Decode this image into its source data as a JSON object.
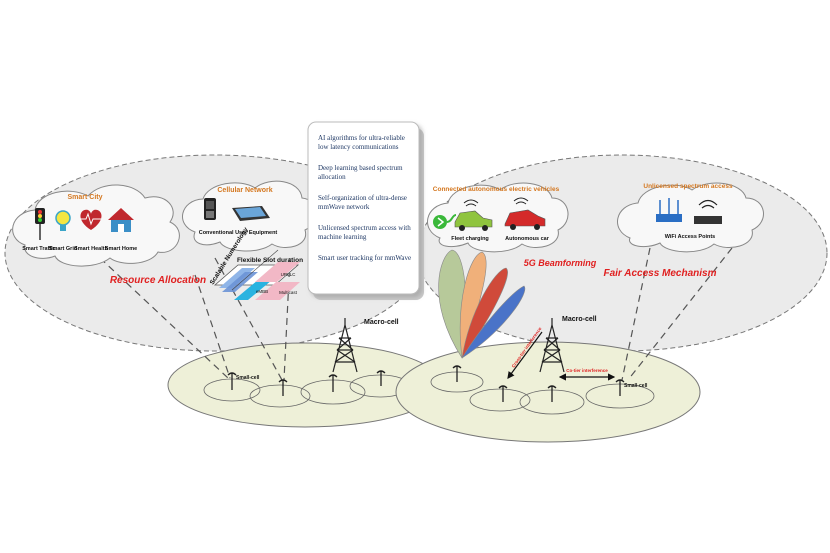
{
  "left_region": {
    "resource_allocation": "Resource Allocation",
    "smart_city": {
      "title": "Smart City",
      "items": [
        "Smart Traffic",
        "Smart Grid",
        "Smart Health",
        "Smart Home"
      ]
    },
    "cellular": {
      "title": "Cellular Network",
      "equipment": "Conventional User Equipment"
    },
    "slot": {
      "numerology": "Scalable Numerology",
      "duration": "Flexible Slot duration",
      "blocks": [
        "eMBB",
        "URLLC",
        "Multicast"
      ]
    }
  },
  "center_box": {
    "items": [
      "AI algorithms for ultra-reliable low latency communications",
      "Deep learning based spectrum allocation",
      "Self-organization of ultra-dense mmWave network",
      "Unlicensed spectrum access with machine learning",
      "Smart user tracking for mmWave"
    ]
  },
  "right_region": {
    "beamforming": "5G Beamforming",
    "fair_access": "Fair Access Mechanism",
    "vehicles": {
      "title": "Connected autonomous electric vehicles",
      "items": [
        "Fleet charging",
        "Autonomous car"
      ]
    },
    "unlicensed": {
      "title": "Unlicensed spectrum access",
      "ap": "WiFi Access Points"
    }
  },
  "network": {
    "macro_left": "Macro-cell",
    "macro_right": "Macro-cell",
    "small_left": "Small-cell",
    "small_right": "Small-cell",
    "cross_tier": "Cross-tier interference",
    "co_tier": "Co-tier interference"
  },
  "colors": {
    "title_orange": "#d4771f",
    "accent_red": "#e02020",
    "box_text": "#1f3864",
    "region_fill": "#ebebeb",
    "cell_fill": "#eef0d8"
  }
}
